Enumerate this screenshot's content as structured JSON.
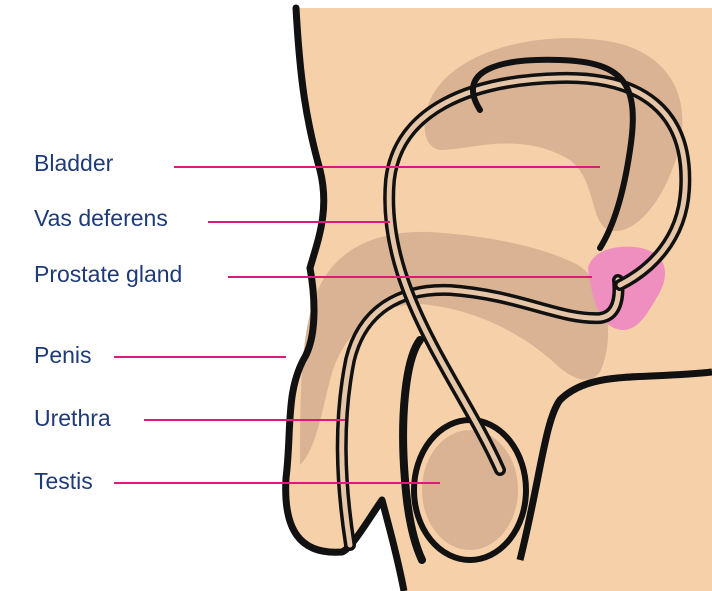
{
  "labels": {
    "bladder": "Bladder",
    "vas_deferens": "Vas deferens",
    "prostate": "Prostate gland",
    "penis": "Penis",
    "urethra": "Urethra",
    "testis": "Testis"
  },
  "colors": {
    "skin": "#f5d0a9",
    "organ_shade": "#d9b394",
    "outline": "#111111",
    "duct_fill": "#e6c6a6",
    "prostate": "#ef8fbf",
    "leader_line": "#e0187a",
    "label_text": "#1f3a78"
  }
}
